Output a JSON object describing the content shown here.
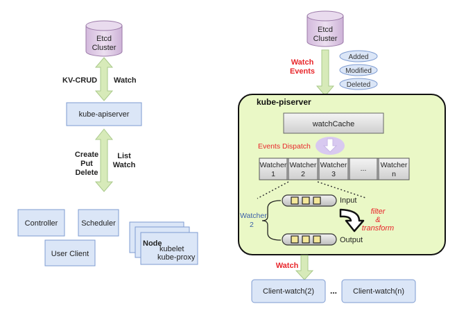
{
  "left": {
    "etcd": "Etcd Cluster",
    "etcd_line1": "Etcd",
    "etcd_line2": "Cluster",
    "kv_crud": "KV-CRUD",
    "watch": "Watch",
    "apiserver": "kube-apiserver",
    "create": "Create",
    "put": "Put",
    "delete": "Delete",
    "list": "List",
    "watch2": "Watch",
    "controller": "Controller",
    "scheduler": "Scheduler",
    "user_client": "User Client",
    "node": "Node",
    "kubelet": "kubelet",
    "kube_proxy": "kube-proxy"
  },
  "right": {
    "etcd_line1": "Etcd",
    "etcd_line2": "Cluster",
    "watch_events_1": "Watch",
    "watch_events_2": "Events",
    "events": [
      "Added",
      "Modified",
      "Deleted"
    ],
    "container_title": "kube-piserver",
    "watch_cache": "watchCache",
    "events_dispatch": "Events Dispatch",
    "watchers": [
      {
        "line1": "Watcher",
        "line2": "1"
      },
      {
        "line1": "Watcher",
        "line2": "2"
      },
      {
        "line1": "Watcher",
        "line2": "3"
      },
      {
        "line1": "...",
        "line2": ""
      },
      {
        "line1": "Watcher",
        "line2": "n"
      }
    ],
    "watcher2_line1": "Watcher",
    "watcher2_line2": "2",
    "input": "Input",
    "output": "Output",
    "filter_1": "filter",
    "filter_2": "&",
    "filter_3": "transform",
    "watch_out": "Watch",
    "client_1": "Client-watch(2)",
    "ellipsis": "...",
    "client_2": "Client-watch(n)"
  },
  "colors": {
    "box_fill": "#dbe6f7",
    "box_stroke": "#7d9bd1",
    "etcd_fill": "#e4d1ea",
    "arrow_fill": "#d7eab9",
    "arrow_stroke": "#a9c98a",
    "container_fill": "#eaf8c6",
    "accent_red": "#e8262b",
    "accent_blue": "#3a5fa8"
  }
}
